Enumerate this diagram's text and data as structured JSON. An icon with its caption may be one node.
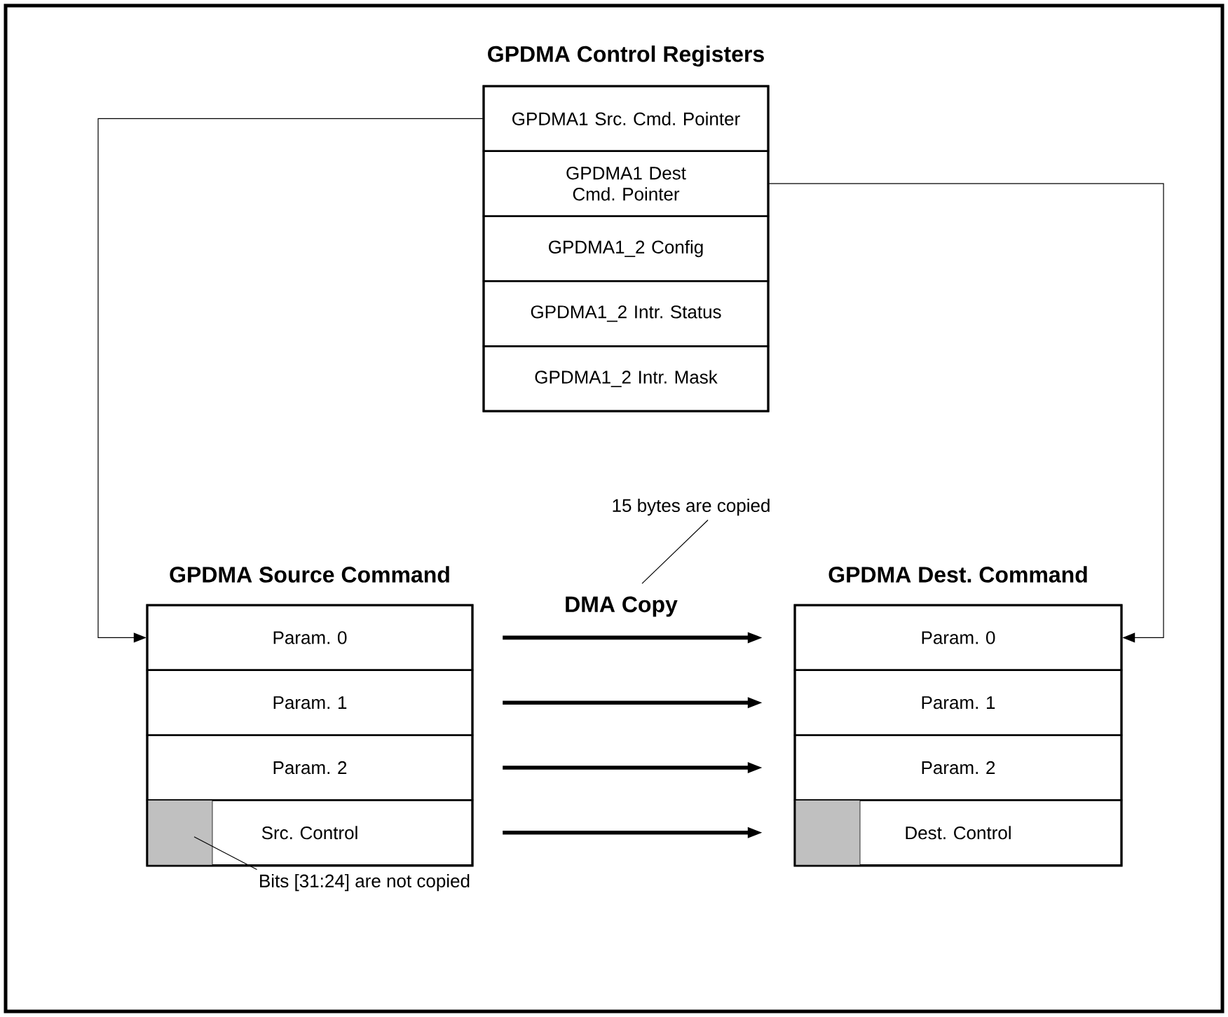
{
  "diagram": {
    "nodes": [
      {
        "text": [
          "GPDMA Control Registers"
        ]
      },
      {
        "text": [
          "GPDMA1 Src. Cmd. Pointer"
        ],
        "in": 0
      },
      {
        "text": [
          "GPDMA1 Dest Cmd. Pointer"
        ],
        "in": 0
      },
      {
        "text": [
          "GPDMA1_2 Config"
        ],
        "in": 0
      },
      {
        "text": [
          "GPDMA1_2 Intr. Status"
        ],
        "in": 0
      },
      {
        "text": [
          "GPDMA1_2 Intr. Mask"
        ],
        "in": 0
      },
      {
        "text": [
          "GPDMA Source Command"
        ]
      },
      {
        "text": [
          "Param. 0"
        ],
        "in": 6
      },
      {
        "text": [
          "Param. 1"
        ],
        "in": 6
      },
      {
        "text": [
          "Param. 2"
        ],
        "in": 6
      },
      {
        "text": [
          "Src. Control"
        ],
        "in": 6
      },
      {
        "text": [
          "GPDMA Dest. Command"
        ]
      },
      {
        "text": [
          "Param. 0"
        ],
        "in": 11
      },
      {
        "text": [
          "Param. 1"
        ],
        "in": 11
      },
      {
        "text": [
          "Param. 2"
        ],
        "in": 11
      },
      {
        "text": [
          "Dest. Control"
        ],
        "in": 11
      },
      {
        "text": [],
        "shape": "box",
        "in": 10
      },
      {
        "text": [],
        "shape": "box",
        "in": 15
      },
      {
        "text": [
          "15 bytes are copied"
        ]
      },
      {
        "text": [
          "DMA Copy"
        ]
      },
      {
        "text": [
          "Bits [31:24] are not copied"
        ]
      }
    ],
    "edges": [
      {
        "from": 1,
        "to": 7,
        "arrow": "to"
      },
      {
        "from": 2,
        "to": 12,
        "arrow": "to"
      },
      {
        "from": 7,
        "to": 12,
        "arrow": "to",
        "style": "thick"
      },
      {
        "from": 8,
        "to": 13,
        "arrow": "to",
        "style": "thick"
      },
      {
        "from": 9,
        "to": 14,
        "arrow": "to",
        "style": "thick"
      },
      {
        "from": 10,
        "to": 15,
        "arrow": "to",
        "style": "thick"
      },
      {
        "from": 18,
        "to": 19,
        "arrow": "none"
      },
      {
        "from": 20,
        "to": 16,
        "arrow": "none"
      }
    ]
  }
}
